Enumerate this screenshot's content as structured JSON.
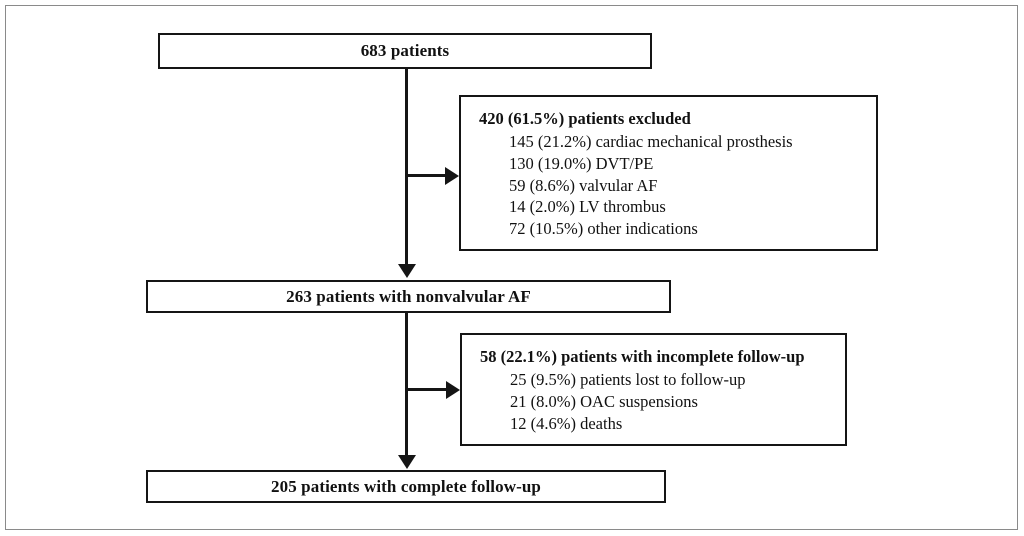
{
  "figure": {
    "type": "patient-flow-diagram",
    "colors": {
      "stroke": "#151515",
      "frame": "#8a8a8a",
      "background": "#ffffff",
      "text": "#111111"
    }
  },
  "nodes": {
    "total": {
      "label": "683 patients"
    },
    "excluded": {
      "header": "420 (61.5%) patients excluded",
      "items": [
        "145 (21.2%) cardiac mechanical prosthesis",
        "130 (19.0%) DVT/PE",
        "59 (8.6%) valvular AF",
        "14 (2.0%) LV thrombus",
        "72 (10.5%) other indications"
      ]
    },
    "nonvalvular": {
      "label": "263 patients with nonvalvular AF"
    },
    "incomplete": {
      "header": "58 (22.1%) patients with incomplete follow-up",
      "items": [
        "25 (9.5%) patients lost to follow-up",
        "21 (8.0%) OAC suspensions",
        "12 (4.6%) deaths"
      ]
    },
    "complete": {
      "label": "205 patients with complete follow-up"
    }
  },
  "chart_data": {
    "type": "diagram",
    "title": "Patient flow",
    "stages": [
      {
        "id": "total",
        "label": "683 patients",
        "n": 683
      },
      {
        "id": "nonvalvular",
        "label": "263 patients with nonvalvular AF",
        "n": 263
      },
      {
        "id": "complete",
        "label": "205 patients with complete follow-up",
        "n": 205
      }
    ],
    "exclusions": [
      {
        "id": "excluded",
        "label": "420 (61.5%) patients excluded",
        "n": 420,
        "percent": 61.5,
        "reasons": [
          {
            "label": "cardiac mechanical prosthesis",
            "n": 145,
            "percent": 21.2
          },
          {
            "label": "DVT/PE",
            "n": 130,
            "percent": 19.0
          },
          {
            "label": "valvular AF",
            "n": 59,
            "percent": 8.6
          },
          {
            "label": "LV thrombus",
            "n": 14,
            "percent": 2.0
          },
          {
            "label": "other indications",
            "n": 72,
            "percent": 10.5
          }
        ]
      },
      {
        "id": "incomplete",
        "label": "58 (22.1%) patients with incomplete follow-up",
        "n": 58,
        "percent": 22.1,
        "reasons": [
          {
            "label": "patients lost to follow-up",
            "n": 25,
            "percent": 9.5
          },
          {
            "label": "OAC suspensions",
            "n": 21,
            "percent": 8.0
          },
          {
            "label": "deaths",
            "n": 12,
            "percent": 4.6
          }
        ]
      }
    ]
  }
}
